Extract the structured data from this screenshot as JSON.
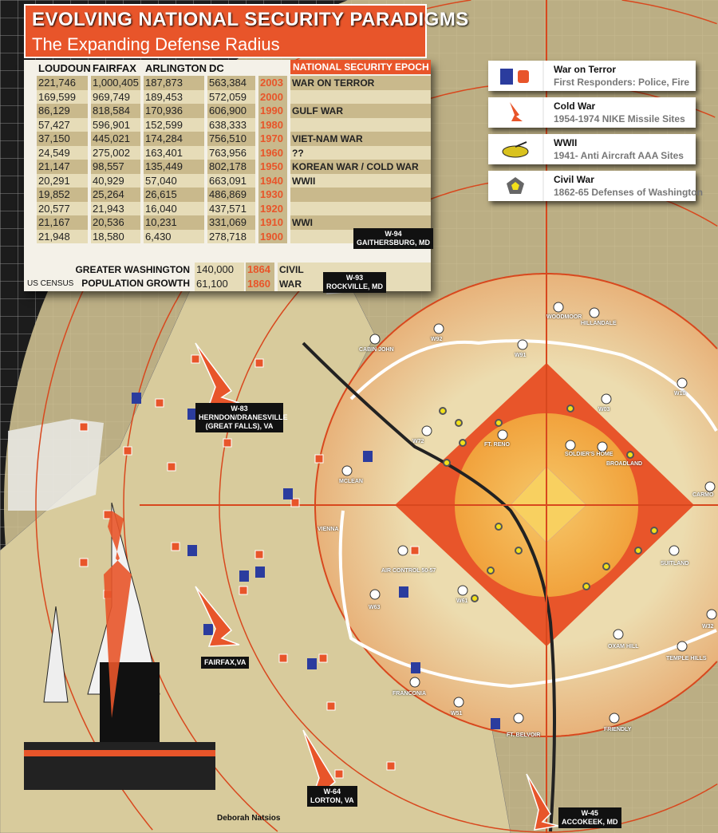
{
  "header": {
    "title": "EVOLVING NATIONAL SECURITY PARADIGMS",
    "subtitle": "The Expanding Defense Radius"
  },
  "table": {
    "columns": [
      "LOUDOUN",
      "FAIRFAX",
      "ARLINGTON",
      "DC"
    ],
    "epoch_header": "NATIONAL SECURITY EPOCH",
    "rows": [
      {
        "loudoun": "221,746",
        "fairfax": "1,000,405",
        "arlington": "187,873",
        "dc": "563,384",
        "year": "2003",
        "epoch": "WAR ON TERROR"
      },
      {
        "loudoun": "169,599",
        "fairfax": "969,749",
        "arlington": "189,453",
        "dc": "572,059",
        "year": "2000",
        "epoch": ""
      },
      {
        "loudoun": "86,129",
        "fairfax": "818,584",
        "arlington": "170,936",
        "dc": "606,900",
        "year": "1990",
        "epoch": "GULF WAR"
      },
      {
        "loudoun": "57,427",
        "fairfax": "596,901",
        "arlington": "152,599",
        "dc": "638,333",
        "year": "1980",
        "epoch": ""
      },
      {
        "loudoun": "37,150",
        "fairfax": "445,021",
        "arlington": "174,284",
        "dc": "756,510",
        "year": "1970",
        "epoch": "VIET-NAM WAR"
      },
      {
        "loudoun": "24,549",
        "fairfax": "275,002",
        "arlington": "163,401",
        "dc": "763,956",
        "year": "1960",
        "epoch": "??"
      },
      {
        "loudoun": "21,147",
        "fairfax": "98,557",
        "arlington": "135,449",
        "dc": "802,178",
        "year": "1950",
        "epoch": "KOREAN WAR / COLD WAR"
      },
      {
        "loudoun": "20,291",
        "fairfax": "40,929",
        "arlington": "57,040",
        "dc": "663,091",
        "year": "1940",
        "epoch": "WWII"
      },
      {
        "loudoun": "19,852",
        "fairfax": "25,264",
        "arlington": "26,615",
        "dc": "486,869",
        "year": "1930",
        "epoch": ""
      },
      {
        "loudoun": "20,577",
        "fairfax": "21,943",
        "arlington": "16,040",
        "dc": "437,571",
        "year": "1920",
        "epoch": ""
      },
      {
        "loudoun": "21,167",
        "fairfax": "20,536",
        "arlington": "10,231",
        "dc": "331,069",
        "year": "1910",
        "epoch": "WWI"
      },
      {
        "loudoun": "21,948",
        "fairfax": "18,580",
        "arlington": "6,430",
        "dc": "278,718",
        "year": "1900",
        "epoch": ""
      }
    ],
    "footer": {
      "line1": "GREATER WASHINGTON",
      "line2": "POPULATION GROWTH",
      "source": "US CENSUS",
      "rows": [
        {
          "value": "140,000",
          "year": "1864",
          "epoch": "CIVIL"
        },
        {
          "value": "61,100",
          "year": "1860",
          "epoch": "WAR"
        }
      ]
    }
  },
  "legend": [
    {
      "title": "War on Terror",
      "subtitle": "First Responders: Police, Fire",
      "icon": "police-fire-icon"
    },
    {
      "title": "Cold War",
      "subtitle": "1954-1974 NIKE Missile Sites",
      "icon": "nike-missile-icon"
    },
    {
      "title": "WWII",
      "subtitle": "1941- Anti Aircraft AAA Sites",
      "icon": "aaa-gun-icon"
    },
    {
      "title": "Civil War",
      "subtitle": "1862-65 Defenses of Washington",
      "icon": "fort-icon"
    }
  ],
  "missile_sites": [
    {
      "code": "W-94",
      "place": "GAITHERSBURG, MD"
    },
    {
      "code": "W-93",
      "place": "ROCKVILLE, MD"
    },
    {
      "code": "W-83",
      "place": "HERNDON/DRANESVILLE (GREAT FALLS), VA"
    },
    {
      "code": "",
      "place": "FAIRFAX,VA"
    },
    {
      "code": "W-64",
      "place": "LORTON, VA"
    },
    {
      "code": "W-45",
      "place": "ACCOKEEK, MD"
    }
  ],
  "aaa_labels": [
    "WOODMOOR",
    "HILLANDALE",
    "CABIN JOHN",
    "W92",
    "W91",
    "W10",
    "W03",
    "W72",
    "FT. RENO",
    "SOLDIER'S HOME",
    "BROADLAND",
    "MCLEAN",
    "CARMO",
    "VIENNA",
    "AIR CONTROL 50-57",
    "W63",
    "W61",
    "SUITLAND",
    "W32",
    "OXAM HILL",
    "TEMPLE HILLS",
    "FRANCONIA",
    "W51",
    "FT. BELVOIR",
    "FRIENDLY"
  ],
  "credit": "Deborah Natsios",
  "colors": {
    "accent": "#e8552a",
    "tan": "#d9cc9f",
    "grid": "#1a1a1a",
    "aaa": "#ffffff",
    "fort": "#f2e01a"
  }
}
